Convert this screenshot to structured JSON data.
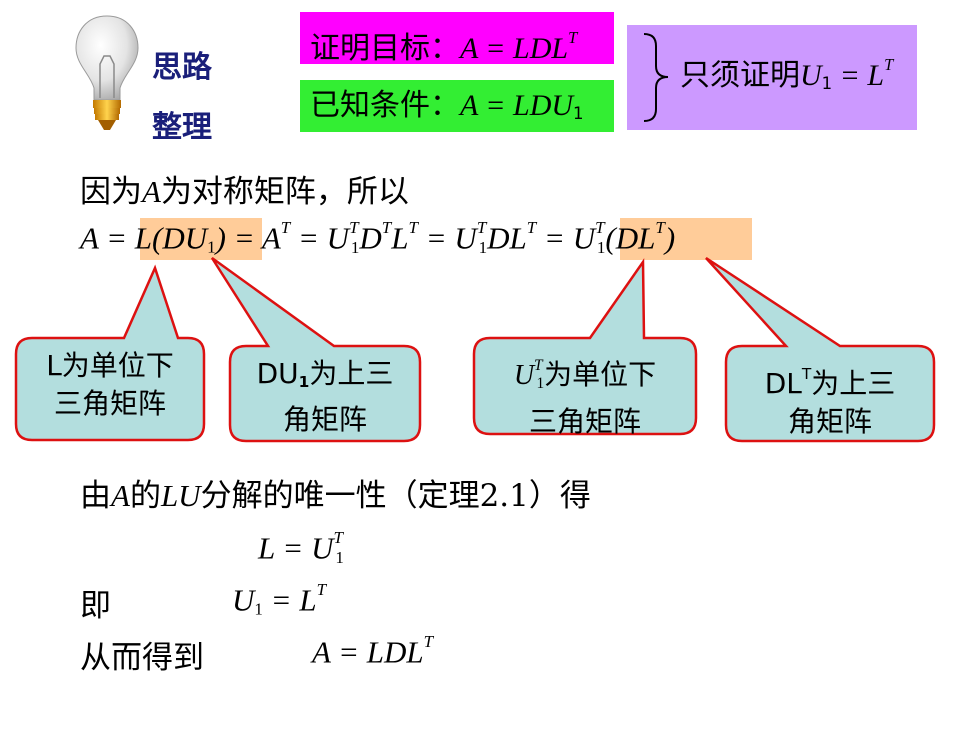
{
  "header": {
    "label_line1": "思路",
    "label_line2": "整理",
    "goal_prefix": "证明目标：",
    "goal_formula": "A = LDL",
    "goal_sup": "T",
    "known_prefix": "已知条件：",
    "known_formula": "A = LDU",
    "known_sub": "1",
    "need_prefix": "只须证明",
    "need_lhs": "U",
    "need_lhs_sub": "1",
    "need_rhs": " = L",
    "need_rhs_sup": "T"
  },
  "body": {
    "line1_a": "因为",
    "line1_var": "A",
    "line1_b": "为对称矩阵，所以",
    "eq_a": "A = L(DU",
    "eq_a_sub": "1",
    "eq_b": ") = A",
    "eq_b_sup": "T",
    "eq_c": " = U",
    "eq_c_sup": "T",
    "eq_c_sub": "1",
    "eq_d": "D",
    "eq_d_sup": "T",
    "eq_e": "L",
    "eq_e_sup": "T",
    "eq_f": " = U",
    "eq_f_sup": "T",
    "eq_f_sub": "1",
    "eq_g": "DL",
    "eq_g_sup": "T",
    "eq_h": " = U",
    "eq_h_sup": "T",
    "eq_h_sub": "1",
    "eq_i": "(DL",
    "eq_i_sup": "T",
    "eq_j": ")"
  },
  "callouts": [
    {
      "line1_pre": "L",
      "line1_post": "为单位下",
      "line2": "三角矩阵"
    },
    {
      "line1_pre": "DU",
      "line1_sub": "1",
      "line1_post": "为上三",
      "line2": "角矩阵"
    },
    {
      "line1_var": "U",
      "line1_sup": "T",
      "line1_sub": "1",
      "line1_post": "为单位下",
      "line2": "三角矩阵"
    },
    {
      "line1_pre": "DL",
      "line1_sup": "T",
      "line1_post": "为上三",
      "line2": "角矩阵"
    }
  ],
  "conclusion": {
    "unique_a": "由",
    "unique_var": "A",
    "unique_b": "的",
    "unique_var2": "LU",
    "unique_c": "分解的唯一性（定理2.1）得",
    "l_eq": "L = U",
    "l_eq_sup": "T",
    "l_eq_sub": "1",
    "ji_label": "即",
    "ji_eq": "U",
    "ji_eq_sub": "1",
    "ji_eq_rhs": " = L",
    "ji_eq_sup": "T",
    "result_label": "从而得到",
    "result_eq": "A = LDL",
    "result_sup": "T"
  },
  "colors": {
    "goal_bg": "#ff00ff",
    "known_bg": "#33ee33",
    "need_bg": "#cc99ff",
    "highlight": "#ffcc99",
    "callout_fill": "#b3dede",
    "callout_stroke": "#dd1111",
    "label_text": "#1a1f7a"
  },
  "icons": {
    "header_icon": "lightbulb-icon"
  }
}
